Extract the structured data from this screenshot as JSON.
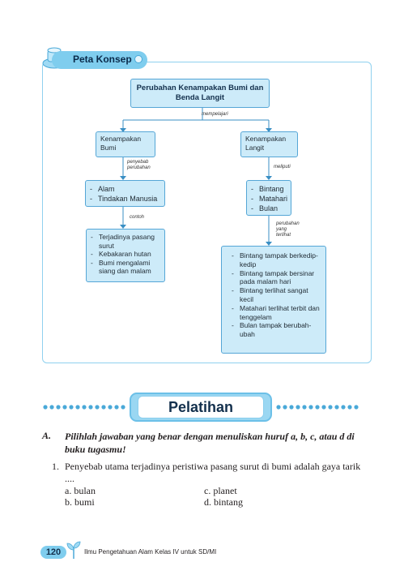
{
  "concept_map": {
    "tab_title": "Peta Konsep",
    "root": "Perubahan Kenampakan Bumi dan Benda Langit",
    "root_link": "mempelajari",
    "left_title": "Kenampakan Bumi",
    "left_link": "penyebab perubahan",
    "left_causes": [
      "Alam",
      "Tindakan Manusia"
    ],
    "left_link2": "contoh",
    "left_examples": [
      "Terjadinya pasang surut",
      "Kebakaran hutan",
      "Bumi mengalami siang dan malam"
    ],
    "right_title": "Kenampakan Langit",
    "right_link": "meliputi",
    "right_items": [
      "Bintang",
      "Matahari",
      "Bulan"
    ],
    "right_link2": "perubahan yang terlihat",
    "right_changes": [
      "Bintang tampak berkedip-kedip",
      "Bintang tampak bersinar pada malam hari",
      "Bintang terlihat sangat kecil",
      "Matahari terlihat terbit dan tenggelam",
      "Bulan tampak berubah-ubah"
    ]
  },
  "exercise": {
    "title": "Pelatihan",
    "section_letter": "A.",
    "section_instruction": "Pilihlah jawaban yang benar dengan menuliskan huruf a, b, c, atau d di buku tugasmu!",
    "question_number": "1.",
    "question_text": "Penyebab utama terjadinya peristiwa pasang surut di bumi adalah gaya tarik ....",
    "options": [
      "a.  bulan",
      "b.  bumi",
      "c.  planet",
      "d.  bintang"
    ]
  },
  "footer": {
    "page_number": "120",
    "book_title": "Ilmu Pengetahuan Alam Kelas IV untuk SD/MI"
  },
  "colors": {
    "accent": "#7fcdee",
    "box_fill": "#cdebf9",
    "box_border": "#55a6d6"
  }
}
